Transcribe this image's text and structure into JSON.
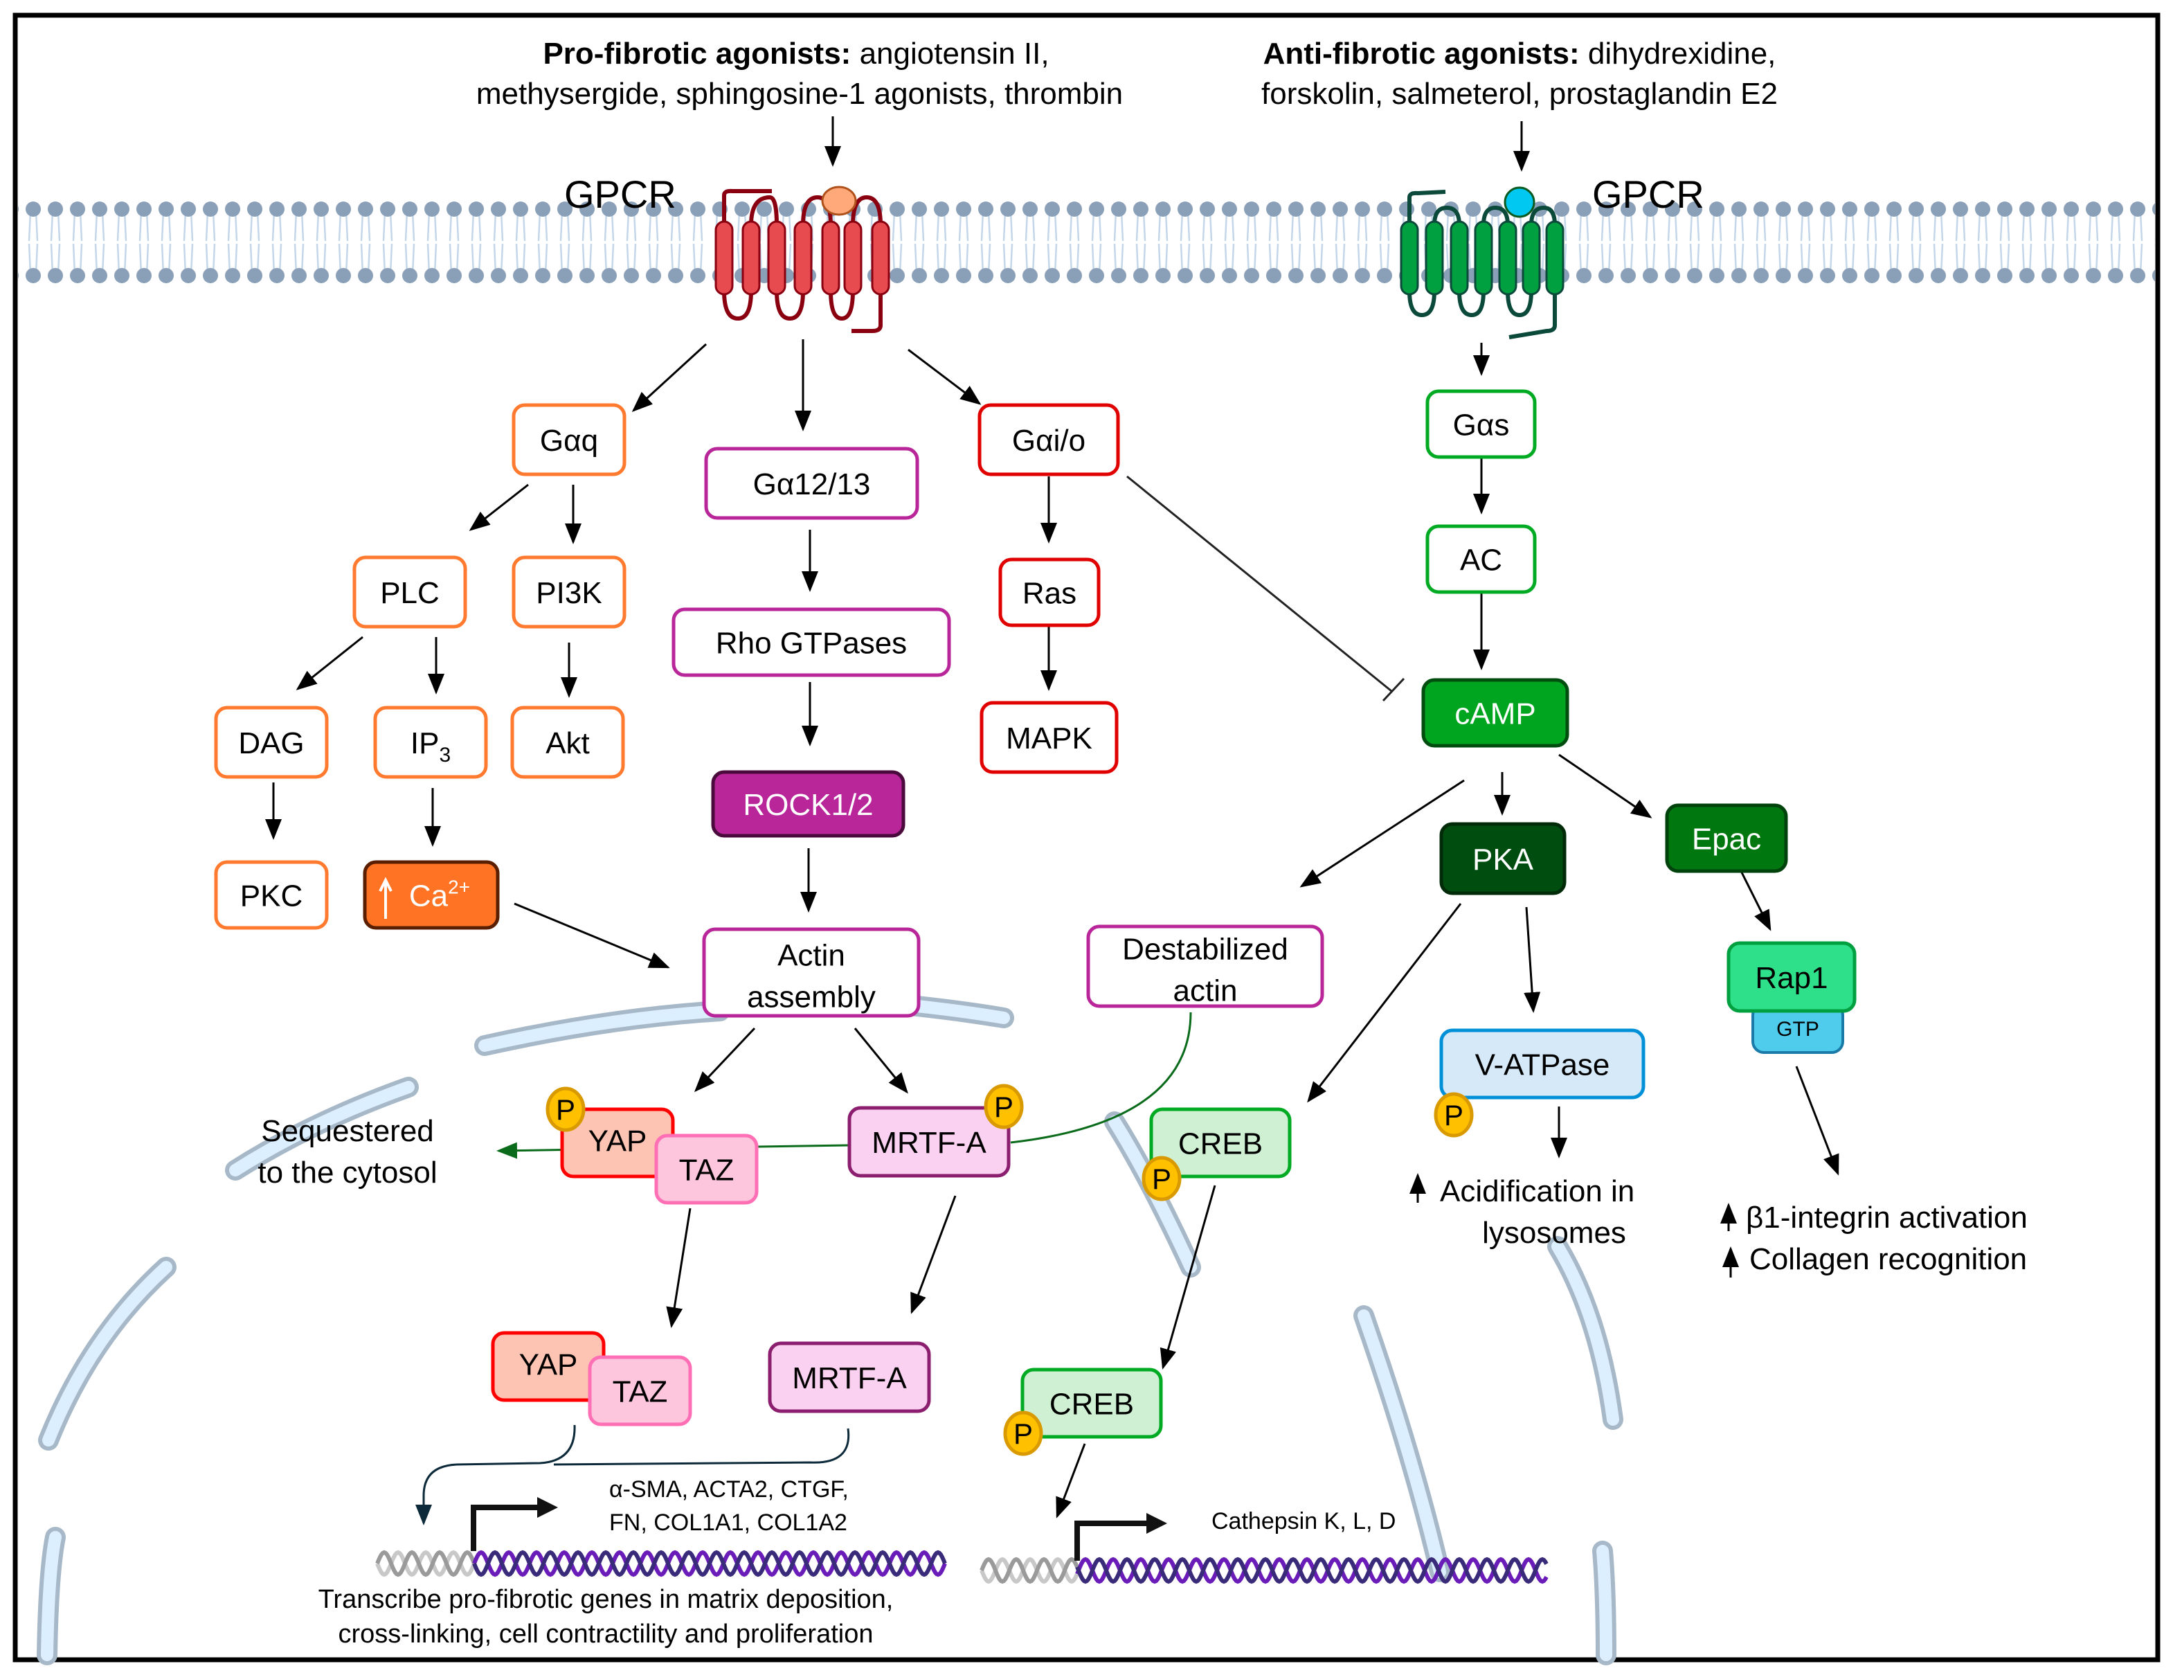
{
  "header": {
    "pro": {
      "bold": "Pro-fibrotic agonists:",
      "line1_rest": " angiotensin II,",
      "line2": "methysergide, sphingosine-1 agonists,  thrombin"
    },
    "anti": {
      "bold": "Anti-fibrotic agonists:",
      "line1_rest": " dihydrexidine,",
      "line2": "forskolin, salmeterol, prostaglandin E2"
    }
  },
  "receptors": {
    "left_label": "GPCR",
    "right_label": "GPCR"
  },
  "colors": {
    "orange": "#ff7a2f",
    "red": "#e00000",
    "magenta": "#b8269a",
    "green": "#00aa22",
    "dark_green": "#004d10",
    "membrane_head": "#8aa0b8",
    "membrane_tail": "#c4d6ea",
    "phospho_fill": "#ffc000",
    "phospho_stroke": "#d89a00",
    "nucleus_fill": "#dcefff",
    "nucleus_stroke": "#a7b9c8"
  },
  "nodes": {
    "gaq": "Gαq",
    "ga1213": "Gα12/13",
    "gaio": "Gαi/o",
    "gas": "Gαs",
    "plc": "PLC",
    "pi3k": "PI3K",
    "rho": "Rho GTPases",
    "ras": "Ras",
    "ac": "AC",
    "dag": "DAG",
    "ip3": "IP",
    "ip3_sub": "3",
    "akt": "Akt",
    "mapk": "MAPK",
    "camp": "cAMP",
    "rock": "ROCK1/2",
    "pkc": "PKC",
    "ca": "Ca",
    "ca_sup": "2+",
    "actin": [
      "Actin",
      "assembly"
    ],
    "destab": [
      "Destabilized",
      "actin"
    ],
    "pka": "PKA",
    "epac": "Epac",
    "rap1": "Rap1",
    "gtp": "GTP",
    "vatpase": "V-ATPase",
    "yap": "YAP",
    "taz": "TAZ",
    "mrtf": "MRTF-A",
    "creb": "CREB",
    "p": "P"
  },
  "labels": {
    "sequestered": [
      "Sequestered",
      "to the cytosol"
    ],
    "acid": [
      "Acidification in",
      "lysosomes"
    ],
    "integrin": "β1-integrin activation",
    "collagen": "Collagen recognition",
    "genes_pro": [
      "α-SMA, ACTA2, CTGF,",
      "FN, COL1A1, COL1A2"
    ],
    "genes_cath": "Cathepsin K, L, D",
    "transcribe": [
      "Transcribe pro-fibrotic genes in matrix deposition,",
      "cross-linking, cell contractility and proliferation"
    ]
  }
}
